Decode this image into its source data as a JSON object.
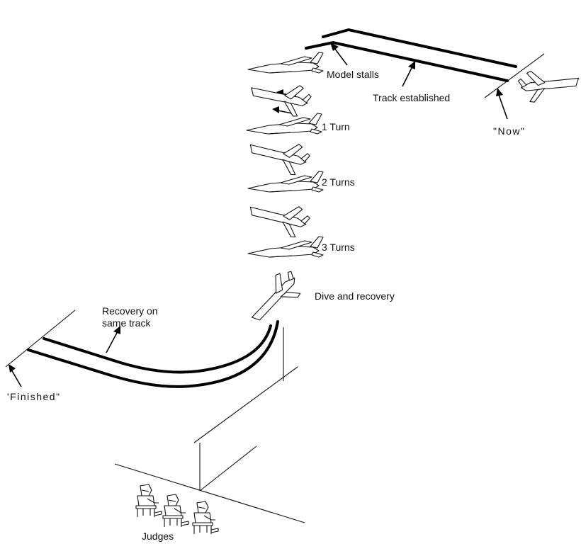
{
  "labels": {
    "model_stalls": "Model stalls",
    "track_established": "Track  established",
    "now": "\"Now\"",
    "one_turn": "1 Turn",
    "two_turns": "2 Turns",
    "three_turns": "3 Turns",
    "dive_recovery": "Dive and recovery",
    "recovery_line1": "Recovery on",
    "recovery_line2": "same track",
    "finished": "'Finished\"",
    "judges": "Judges"
  }
}
